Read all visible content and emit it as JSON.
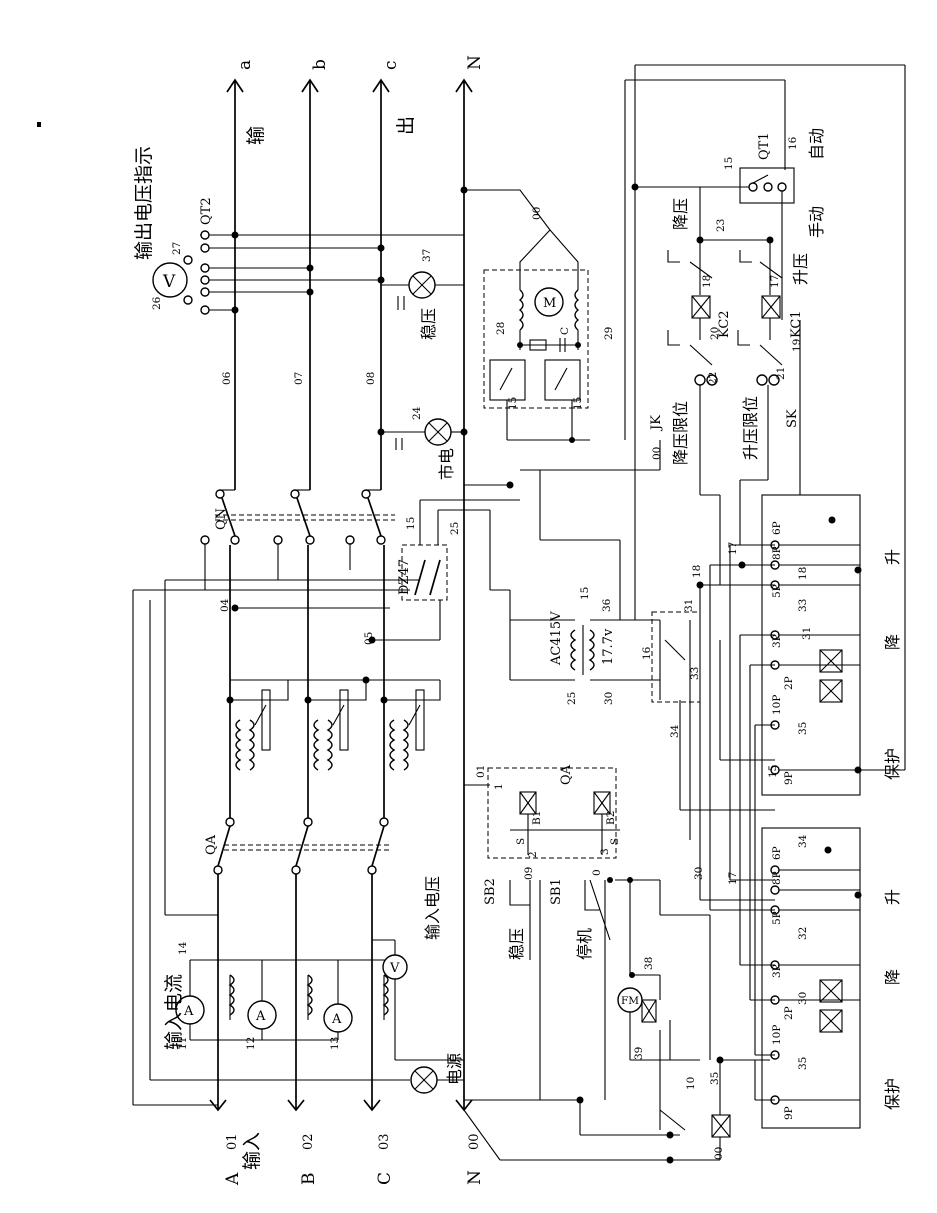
{
  "labels": {
    "in_current": "输入电流",
    "out_voltage_indicator": "输出电压指示",
    "input_word": "输入",
    "output_a": "输",
    "output_b": "出",
    "in_voltage": "输入电压",
    "power": "电源",
    "mains": "市电",
    "stabilize": "稳压",
    "step_down": "降压",
    "step_up": "升压",
    "auto": "自动",
    "manual": "手动",
    "down_limit": "降压限位",
    "up_limit": "升压限位",
    "protect": "保护",
    "protect_b": "保护",
    "lower": "降",
    "raise": "升",
    "lower_b": "降",
    "raise_b": "升",
    "stabilize_btn": "稳压",
    "stop_btn": "停机",
    "stabilize_lamp": "稳压"
  },
  "terminals": {
    "in_A": "A",
    "in_B": "B",
    "in_C": "C",
    "in_N": "N",
    "w01": "01",
    "w02": "02",
    "w03": "03",
    "w00": "00",
    "out_a": "a",
    "out_b": "b",
    "out_c": "c",
    "out_N": "N"
  },
  "components": {
    "QN": "QN",
    "QA": "QA",
    "QA_box": "QA",
    "DZ47": "DZ47",
    "QT2": "QT2",
    "QT1": "QT1",
    "KC1": "KC1",
    "KC2": "KC2",
    "JK": "JK",
    "SK": "SK",
    "SB1": "SB1",
    "SB2": "SB2",
    "FM": "FM",
    "M": "M",
    "C": "C",
    "V": "V",
    "A": "A",
    "transformer": "AC415V",
    "trans_out": "17.7v",
    "B1": "B1",
    "B2": "B2",
    "S1": "S",
    "S2": "S"
  },
  "wire_numbers": {
    "n04": "04",
    "n05": "05",
    "n06": "06",
    "n07": "07",
    "n08": "08",
    "n00": "00",
    "n01": "01",
    "n11": "11",
    "n12": "12",
    "n13": "13",
    "n14": "14",
    "n15": "15",
    "n15b": "15",
    "n15c": "15",
    "n15d": "15",
    "n16": "16",
    "n16b": "16",
    "n17": "17",
    "n17b": "17",
    "n17c": "17",
    "n18": "18",
    "n18b": "18",
    "n18c": "18",
    "n19": "19",
    "n20": "20",
    "n21": "21",
    "n22": "22",
    "n23": "23",
    "n24": "24",
    "n25": "25",
    "n25b": "25",
    "n26": "26",
    "n27": "27",
    "n28": "28",
    "n29": "29",
    "n30": "30",
    "n30b": "30",
    "n30c": "30",
    "n31": "31",
    "n31b": "31",
    "n32": "32",
    "n33": "33",
    "n33b": "33",
    "n34": "34",
    "n34b": "34",
    "n35": "35",
    "n35b": "35",
    "n35c": "35",
    "n36": "36",
    "n37": "37",
    "n38": "38",
    "n39": "39",
    "n10": "10",
    "n09": "09",
    "n0": "0",
    "n00b": "00",
    "n00c": "00",
    "n1": "1",
    "n3": "3",
    "n2": "2",
    "n15e": "15",
    "n15f": "15"
  },
  "relay_pins": {
    "p6": "6P",
    "p8": "8P",
    "p5": "5P",
    "p3": "3P",
    "p10": "10P",
    "p2": "2P",
    "p9": "9P",
    "q6": "6P",
    "q8": "8P",
    "q5": "5P",
    "q3": "3P",
    "q10": "10P",
    "q2": "2P",
    "q9": "9P"
  }
}
